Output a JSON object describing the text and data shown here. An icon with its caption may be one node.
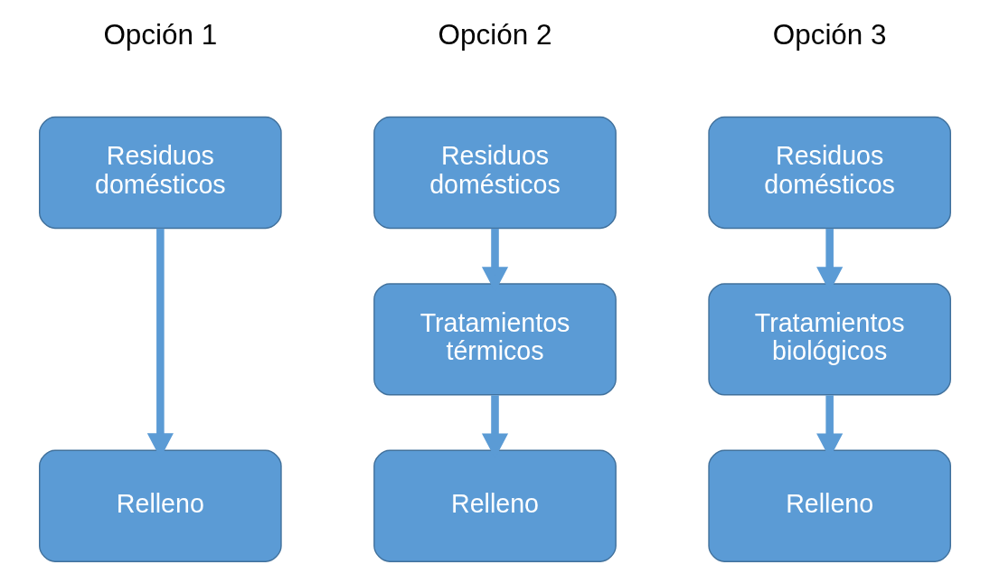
{
  "diagram": {
    "nodes": [
      {
        "text": [
          "Residuos domésticos"
        ]
      },
      {
        "text": [
          "Relleno"
        ]
      },
      {
        "text": [
          "Residuos domésticos"
        ]
      },
      {
        "text": [
          "Tratamientos térmicos"
        ]
      },
      {
        "text": [
          "Relleno"
        ]
      },
      {
        "text": [
          "Residuos domésticos"
        ]
      },
      {
        "text": [
          "Tratamientos biológicos"
        ]
      },
      {
        "text": [
          "Relleno"
        ]
      }
    ],
    "edges": [
      {
        "from": 0,
        "to": 1,
        "arrow": "to"
      },
      {
        "from": 2,
        "to": 3,
        "arrow": "to"
      },
      {
        "from": 3,
        "to": 4,
        "arrow": "to"
      },
      {
        "from": 5,
        "to": 6,
        "arrow": "to"
      },
      {
        "from": 6,
        "to": 7,
        "arrow": "to"
      }
    ],
    "labels": [
      "Opción 1",
      "Opción 2",
      "Opción 3"
    ]
  }
}
